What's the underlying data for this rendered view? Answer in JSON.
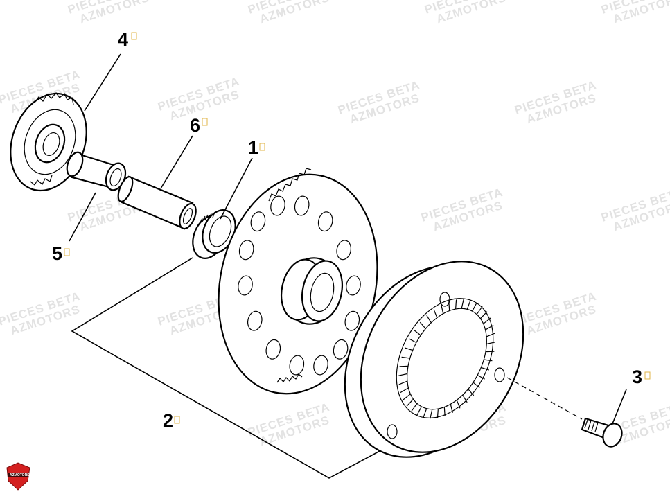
{
  "callouts": [
    {
      "id": "1",
      "label": "1"
    },
    {
      "id": "2",
      "label": "2"
    },
    {
      "id": "3",
      "label": "3"
    },
    {
      "id": "4",
      "label": "4"
    },
    {
      "id": "5",
      "label": "5"
    },
    {
      "id": "6",
      "label": "6"
    }
  ],
  "watermark": {
    "line1": "PIECES BETA",
    "line2": "AZMOTORS"
  },
  "logo": {
    "text": "AZMOTORS",
    "color": "#d42020"
  }
}
